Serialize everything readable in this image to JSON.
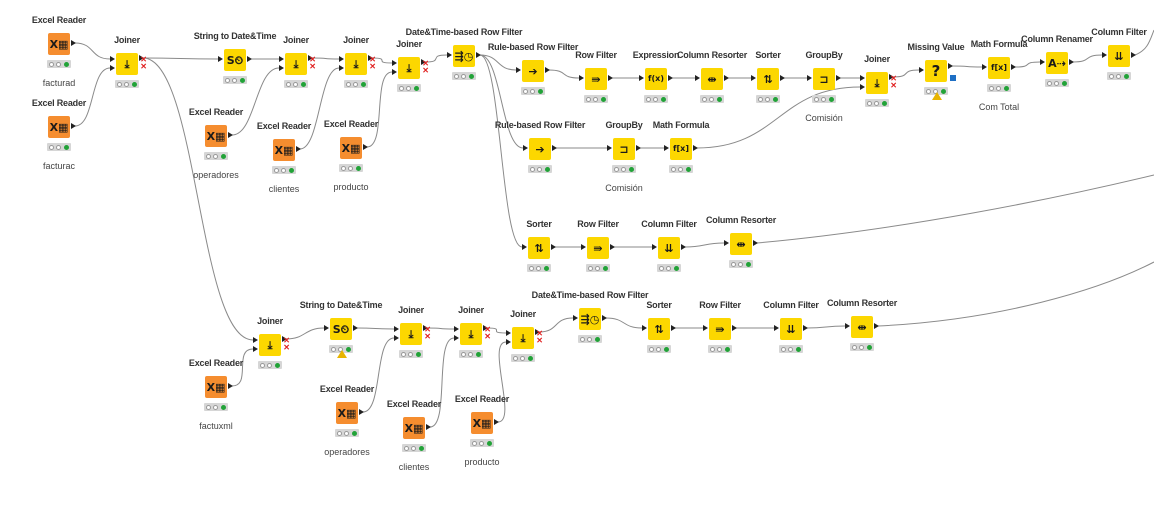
{
  "app": "KNIME workflow editor",
  "nodes": [
    {
      "id": "n1",
      "title": "Excel Reader",
      "annotation": "facturad",
      "type": "excel-reader",
      "color": "orange",
      "status": "executed"
    },
    {
      "id": "n2",
      "title": "Excel Reader",
      "annotation": "facturac",
      "type": "excel-reader",
      "color": "orange",
      "status": "executed"
    },
    {
      "id": "n3",
      "title": "Joiner",
      "annotation": "",
      "type": "joiner",
      "color": "yellow",
      "status": "executed"
    },
    {
      "id": "n4",
      "title": "String to Date&Time",
      "annotation": "",
      "type": "string-to-datetime",
      "color": "yellow",
      "status": "executed"
    },
    {
      "id": "n5",
      "title": "Excel Reader",
      "annotation": "operadores",
      "type": "excel-reader",
      "color": "orange",
      "status": "executed"
    },
    {
      "id": "n6",
      "title": "Joiner",
      "annotation": "",
      "type": "joiner",
      "color": "yellow",
      "status": "executed"
    },
    {
      "id": "n7",
      "title": "Excel Reader",
      "annotation": "clientes",
      "type": "excel-reader",
      "color": "orange",
      "status": "executed"
    },
    {
      "id": "n8",
      "title": "Joiner",
      "annotation": "",
      "type": "joiner",
      "color": "yellow",
      "status": "executed"
    },
    {
      "id": "n9",
      "title": "Excel Reader",
      "annotation": "producto",
      "type": "excel-reader",
      "color": "orange",
      "status": "executed"
    },
    {
      "id": "n10",
      "title": "Joiner",
      "annotation": "",
      "type": "joiner",
      "color": "yellow",
      "status": "executed"
    },
    {
      "id": "n11",
      "title": "Date&Time-based Row Filter",
      "annotation": "",
      "type": "datetime-row-filter",
      "color": "yellow",
      "status": "executed"
    },
    {
      "id": "n12",
      "title": "Rule-based Row Filter",
      "annotation": "",
      "type": "rule-row-filter",
      "color": "yellow",
      "status": "executed"
    },
    {
      "id": "n13",
      "title": "Row Filter",
      "annotation": "",
      "type": "row-filter",
      "color": "yellow",
      "status": "executed"
    },
    {
      "id": "n14",
      "title": "Expression",
      "annotation": "",
      "type": "expression",
      "color": "yellow",
      "status": "executed"
    },
    {
      "id": "n15",
      "title": "Column Resorter",
      "annotation": "",
      "type": "column-resorter",
      "color": "yellow",
      "status": "executed"
    },
    {
      "id": "n16",
      "title": "Sorter",
      "annotation": "",
      "type": "sorter",
      "color": "yellow",
      "status": "executed"
    },
    {
      "id": "n17",
      "title": "GroupBy",
      "annotation": "Comisión",
      "type": "groupby",
      "color": "yellow",
      "status": "executed"
    },
    {
      "id": "n18",
      "title": "Joiner",
      "annotation": "",
      "type": "joiner",
      "color": "yellow",
      "status": "executed"
    },
    {
      "id": "n19",
      "title": "Missing Value",
      "annotation": "",
      "type": "missing-value",
      "color": "yellow",
      "status": "executed-warning"
    },
    {
      "id": "n20",
      "title": "Math Formula",
      "annotation": "Com Total",
      "type": "math-formula",
      "color": "yellow",
      "status": "executed"
    },
    {
      "id": "n21",
      "title": "Column Renamer",
      "annotation": "",
      "type": "column-renamer",
      "color": "yellow",
      "status": "executed"
    },
    {
      "id": "n22",
      "title": "Column Filter",
      "annotation": "",
      "type": "column-filter",
      "color": "yellow",
      "status": "executed"
    },
    {
      "id": "n23",
      "title": "Rule-based Row Filter",
      "annotation": "",
      "type": "rule-row-filter",
      "color": "yellow",
      "status": "executed"
    },
    {
      "id": "n24",
      "title": "GroupBy",
      "annotation": "Comisión",
      "type": "groupby",
      "color": "yellow",
      "status": "executed"
    },
    {
      "id": "n25",
      "title": "Math Formula",
      "annotation": "",
      "type": "math-formula",
      "color": "yellow",
      "status": "executed"
    },
    {
      "id": "n26",
      "title": "Sorter",
      "annotation": "",
      "type": "sorter",
      "color": "yellow",
      "status": "executed"
    },
    {
      "id": "n27",
      "title": "Row Filter",
      "annotation": "",
      "type": "row-filter",
      "color": "yellow",
      "status": "executed"
    },
    {
      "id": "n28",
      "title": "Column Filter",
      "annotation": "",
      "type": "column-filter",
      "color": "yellow",
      "status": "executed"
    },
    {
      "id": "n29",
      "title": "Column Resorter",
      "annotation": "",
      "type": "column-resorter",
      "color": "yellow",
      "status": "executed"
    },
    {
      "id": "n30",
      "title": "Excel Reader",
      "annotation": "factuxml",
      "type": "excel-reader",
      "color": "orange",
      "status": "executed"
    },
    {
      "id": "n31",
      "title": "Joiner",
      "annotation": "",
      "type": "joiner",
      "color": "yellow",
      "status": "executed"
    },
    {
      "id": "n32",
      "title": "String to Date&Time",
      "annotation": "",
      "type": "string-to-datetime",
      "color": "yellow",
      "status": "executed-warning"
    },
    {
      "id": "n33",
      "title": "Excel Reader",
      "annotation": "operadores",
      "type": "excel-reader",
      "color": "orange",
      "status": "executed"
    },
    {
      "id": "n34",
      "title": "Joiner",
      "annotation": "",
      "type": "joiner",
      "color": "yellow",
      "status": "executed"
    },
    {
      "id": "n35",
      "title": "Excel Reader",
      "annotation": "clientes",
      "type": "excel-reader",
      "color": "orange",
      "status": "executed"
    },
    {
      "id": "n36",
      "title": "Joiner",
      "annotation": "",
      "type": "joiner",
      "color": "yellow",
      "status": "executed"
    },
    {
      "id": "n37",
      "title": "Excel Reader",
      "annotation": "producto",
      "type": "excel-reader",
      "color": "orange",
      "status": "executed"
    },
    {
      "id": "n38",
      "title": "Joiner",
      "annotation": "",
      "type": "joiner",
      "color": "yellow",
      "status": "executed"
    },
    {
      "id": "n39",
      "title": "Date&Time-based Row Filter",
      "annotation": "",
      "type": "datetime-row-filter",
      "color": "yellow",
      "status": "executed"
    },
    {
      "id": "n40",
      "title": "Sorter",
      "annotation": "",
      "type": "sorter",
      "color": "yellow",
      "status": "executed"
    },
    {
      "id": "n41",
      "title": "Row Filter",
      "annotation": "",
      "type": "row-filter",
      "color": "yellow",
      "status": "executed"
    },
    {
      "id": "n42",
      "title": "Column Filter",
      "annotation": "",
      "type": "column-filter",
      "color": "yellow",
      "status": "executed"
    },
    {
      "id": "n43",
      "title": "Column Resorter",
      "annotation": "",
      "type": "column-resorter",
      "color": "yellow",
      "status": "executed"
    }
  ],
  "icons": {
    "excel-reader": "X▦",
    "joiner": "⤓",
    "string-to-datetime": "S⏲",
    "datetime-row-filter": "⇶◷",
    "rule-row-filter": "➔",
    "row-filter": "⇛",
    "expression": "f(x)",
    "column-resorter": "⇹",
    "sorter": "⇅",
    "groupby": "⊐",
    "missing-value": "?",
    "math-formula": "f[x]",
    "column-renamer": "A⇢",
    "column-filter": "⇊"
  },
  "colors": {
    "yellow": "#fcd700",
    "orange": "#f58d2f",
    "status_green": "#22a338",
    "error_x": "#e02020",
    "warning": "#e8b400"
  }
}
